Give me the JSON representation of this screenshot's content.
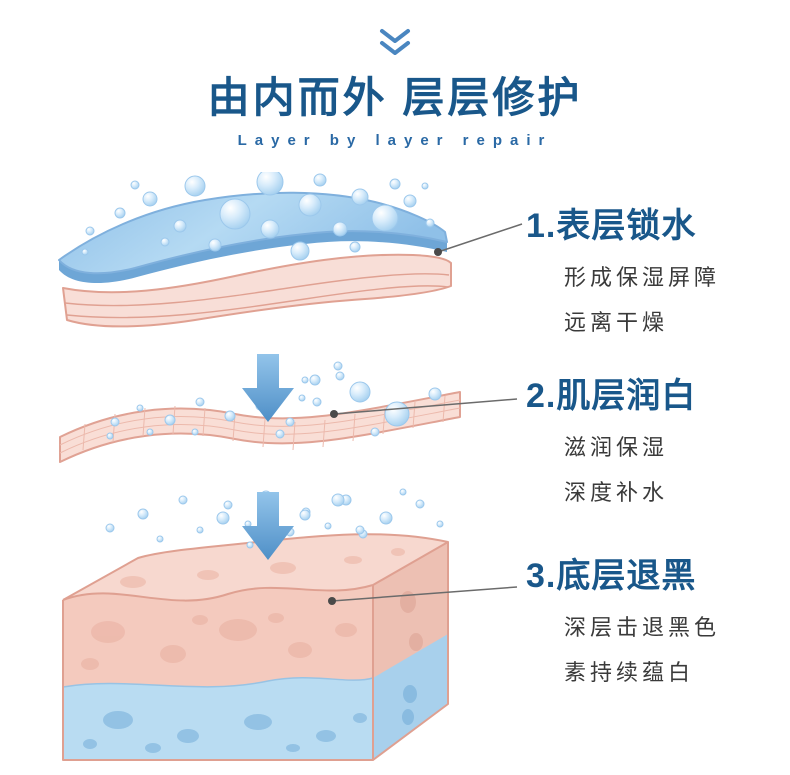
{
  "header": {
    "chevron_icon": "double-chevron-down",
    "title": "由内而外 层层修护",
    "subtitle": "Layer by layer repair"
  },
  "steps": [
    {
      "number": "1.",
      "heading": "表层锁水",
      "lines": [
        "形成保湿屏障",
        "远离干燥"
      ]
    },
    {
      "number": "2.",
      "heading": "肌层润白",
      "lines": [
        "滋润保湿",
        "深度补水"
      ]
    },
    {
      "number": "3.",
      "heading": "底层退黑",
      "lines": [
        "深层击退黑色",
        "素持续蕴白"
      ]
    }
  ],
  "illustrations": [
    {
      "name": "surface-layer-with-water-bubbles"
    },
    {
      "name": "mesh-skin-layer-with-droplets"
    },
    {
      "name": "skin-cross-section-block"
    }
  ],
  "colors": {
    "title_blue": "#19578a",
    "arrow_blue": "#5b94c9",
    "body_text": "#3a3a3a",
    "skin_pink": "#f4cabe",
    "water_blue": "#b9dcf2",
    "connector_gray": "#6b6b6b"
  }
}
